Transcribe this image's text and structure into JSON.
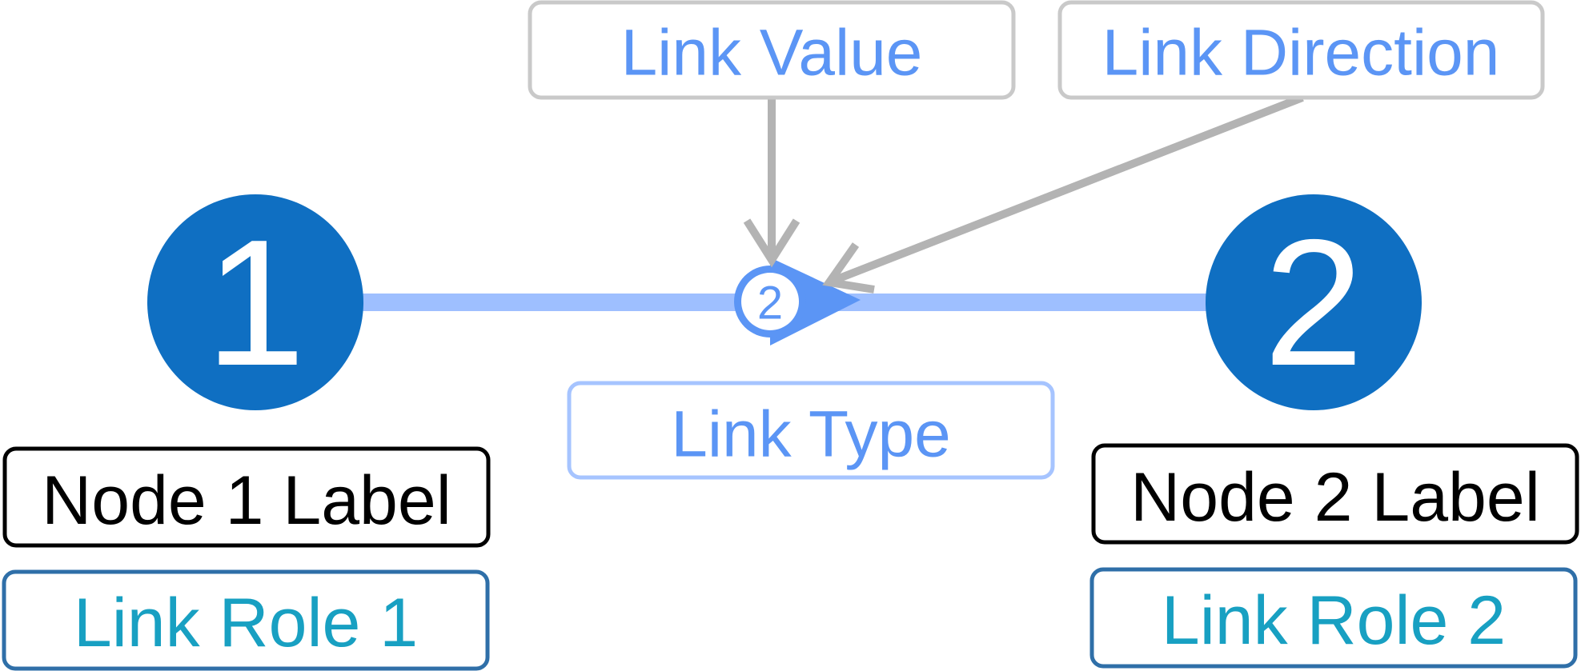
{
  "labels": {
    "link_value": "Link Value",
    "link_direction": "Link Direction",
    "link_type": "Link Type",
    "node1_label": "Node 1 Label",
    "node2_label": "Node 2 Label",
    "link_role1": "Link Role 1",
    "link_role2": "Link Role 2"
  },
  "nodes": {
    "node1_number": "1",
    "node2_number": "2"
  },
  "link": {
    "value_badge": "2"
  },
  "colors": {
    "node_fill": "#0f6fc2",
    "link_line": "#9ebfff",
    "link_marker": "#5b95f5",
    "annotation_gray": "#b3b3b3",
    "annotation_text_blue": "#5b95f5",
    "link_type_border": "#a6c4ff",
    "role_text": "#18a0c2",
    "role_border": "#2f6fa8",
    "node_label_text": "#000000"
  }
}
